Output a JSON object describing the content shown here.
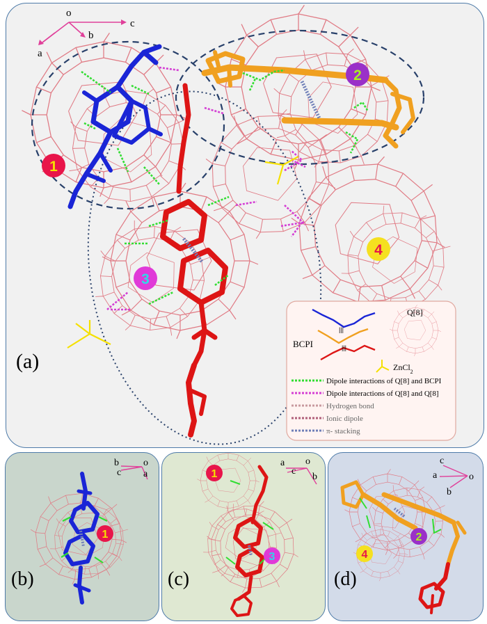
{
  "panels": {
    "a": {
      "label": "(a)"
    },
    "b": {
      "label": "(b)"
    },
    "c": {
      "label": "(c)"
    },
    "d": {
      "label": "(d)"
    }
  },
  "axes": {
    "a": {
      "o": "o",
      "c": "c",
      "b": "b",
      "a": "a"
    },
    "b": {
      "o": "o",
      "c": "c",
      "b": "b",
      "a": "a"
    },
    "c": {
      "o": "o",
      "c": "c",
      "b": "b",
      "a": "a"
    },
    "d": {
      "o": "o",
      "c": "c",
      "b": "b",
      "a": "a"
    }
  },
  "markers": {
    "m1": "1",
    "m2": "2",
    "m3": "3",
    "m4": "4"
  },
  "legend": {
    "bcpi": "BCPI",
    "q8": "Q[8]",
    "stack_sym": "|||",
    "zncl2": "ZnCl",
    "zncl2_sub": "2",
    "items": [
      {
        "label": "Dipole interactions of Q[8] and BCPI",
        "color": "#33dd33"
      },
      {
        "label": "Dipole interactions of Q[8] and Q[8]",
        "color": "#d43fd4"
      },
      {
        "label": "Hydrogen bond",
        "color": "#c99aa0"
      },
      {
        "label": "Ionic dipole",
        "color": "#b0607a"
      },
      {
        "label": "π- stacking",
        "color": "#6f7fb8"
      }
    ]
  },
  "colors": {
    "blue": "#1a25d6",
    "orange": "#f0a020",
    "red": "#dd1515",
    "pink": "#e07a84",
    "green": "#33dd33",
    "magenta": "#d43fd4",
    "yellow": "#f5e000",
    "stack": "#6f7fb8",
    "axis": "#e0409a",
    "border": "#4d7aa8",
    "dashed": "#28406a"
  }
}
